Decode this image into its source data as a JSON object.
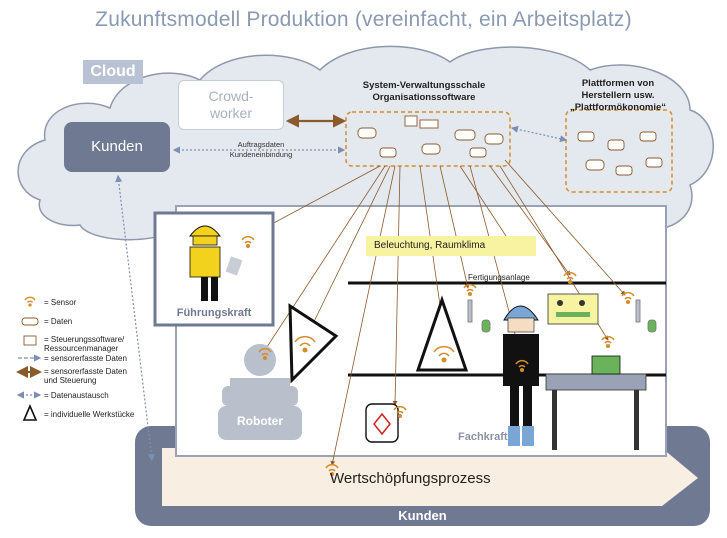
{
  "title": "Zukunftsmodell Produktion  (vereinfacht, ein Arbeitsplatz)",
  "cloud": {
    "label": "Cloud",
    "crowdworker": "Crowd-\nworker",
    "kunden": "Kunden",
    "system_title": "System-Verwaltungsschale\nOrganisationssoftware",
    "platform_title": "Plattformen von\nHerstellern usw.\n„Plattformökonomie“",
    "connection_label": "Auftragsdaten\nKundeneinbindung"
  },
  "factory": {
    "fuehrungskraft": "Führungskraft",
    "beleuchtung": "Beleuchtung, Raumklima",
    "fertigungsanlage": "Fertigungsanlage",
    "roboter": "Roboter",
    "fachkraft": "Fachkraft"
  },
  "legend": [
    {
      "icon": "sensor-icon",
      "text": "= Sensor"
    },
    {
      "icon": "data-icon",
      "text": "= Daten"
    },
    {
      "icon": "control-software-icon",
      "text": "= Steuerungssoftware/\nRessourcenmanager"
    },
    {
      "icon": "dashed-arrow-icon",
      "text": "= sensorerfasste Daten"
    },
    {
      "icon": "double-arrow-icon",
      "text": "= sensorerfasste Daten\nund Steuerung"
    },
    {
      "icon": "dotted-arrow-icon",
      "text": "= Datenaustausch"
    },
    {
      "icon": "triangle-icon",
      "text": "= individuelle Werkstücke"
    }
  ],
  "process": {
    "label": "Wertschöpfungsprozess",
    "customers": "Kunden"
  },
  "colors": {
    "title": "#8a9ab3",
    "cloud_fill": "#e4e8ef",
    "cloud_stroke": "#8f98ab",
    "dark_box": "#6f7991",
    "orange_dashed": "#d58c2a",
    "arrow_brown": "#8b5a2b",
    "helmet_yellow": "#f2d21c",
    "helmet_blue": "#7aa6d6",
    "process_fill": "#f8eee2"
  }
}
